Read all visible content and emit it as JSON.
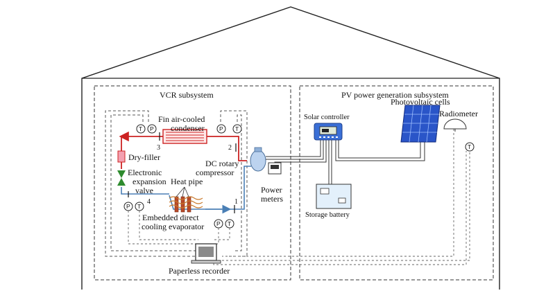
{
  "labels": {
    "vcr_subsystem": "VCR subsystem",
    "pv_subsystem": "PV power generation subsystem",
    "condenser_line1": "Fin air-cooled",
    "condenser_line2": "condenser",
    "dry_filler": "Dry-filler",
    "expansion_line1": "Electronic",
    "expansion_line2": "expansion",
    "expansion_line3": "valve",
    "heat_pipe": "Heat pipe",
    "compressor_line1": "DC rotary",
    "compressor_line2": "compressor",
    "evaporator_line1": "Embedded direct",
    "evaporator_line2": "cooling evaporator",
    "power_meters_line1": "Power",
    "power_meters_line2": "meters",
    "solar_controller": "Solar controller",
    "photovoltaic_cells": "Photovoltaic cells",
    "radiometer": "Radiometer",
    "storage_battery": "Storage battery",
    "paperless_recorder": "Paperless recorder"
  },
  "state_points": {
    "p1": "1",
    "p2": "2",
    "p3": "3",
    "p4": "4"
  },
  "sensors": {
    "pressure": "P",
    "temperature": "T"
  },
  "colors": {
    "refrigerant_line": "#cc2222",
    "return_line": "#4a7fb5",
    "valve": "#2e8b2e",
    "controller_body": "#3a6fd6",
    "pv_panel": "#2a55c8"
  }
}
